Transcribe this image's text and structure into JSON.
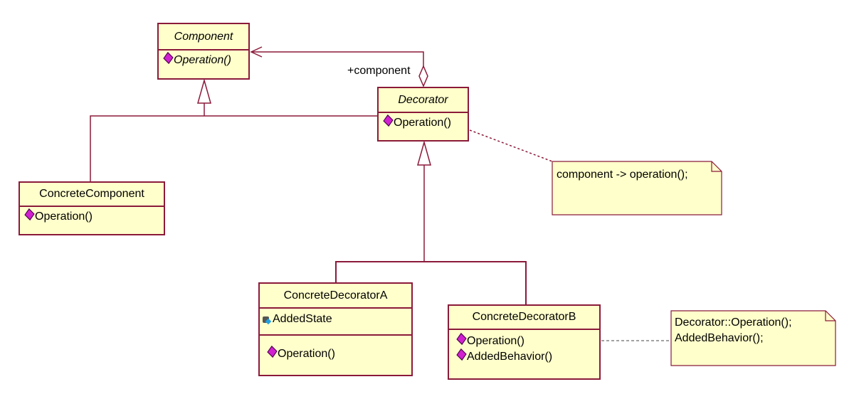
{
  "classes": {
    "component": {
      "name": "Component",
      "ops": [
        "Operation()"
      ]
    },
    "decorator": {
      "name": "Decorator",
      "ops": [
        "Operation()"
      ]
    },
    "concrete_component": {
      "name": "ConcreteComponent",
      "ops": [
        "Operation()"
      ]
    },
    "concrete_decorator_a": {
      "name": "ConcreteDecoratorA",
      "attrs": [
        "AddedState"
      ],
      "ops": [
        "Operation()"
      ]
    },
    "concrete_decorator_b": {
      "name": "ConcreteDecoratorB",
      "ops": [
        "Operation()",
        "AddedBehavior()"
      ]
    }
  },
  "association": {
    "role": "+component"
  },
  "notes": {
    "decorator_note": [
      "component -> operation();"
    ],
    "cdb_note": [
      "Decorator::Operation();",
      "AddedBehavior();"
    ]
  },
  "colors": {
    "border": "#8b1a3a",
    "fill": "#ffffcc",
    "method_icon": "#d020d0"
  }
}
